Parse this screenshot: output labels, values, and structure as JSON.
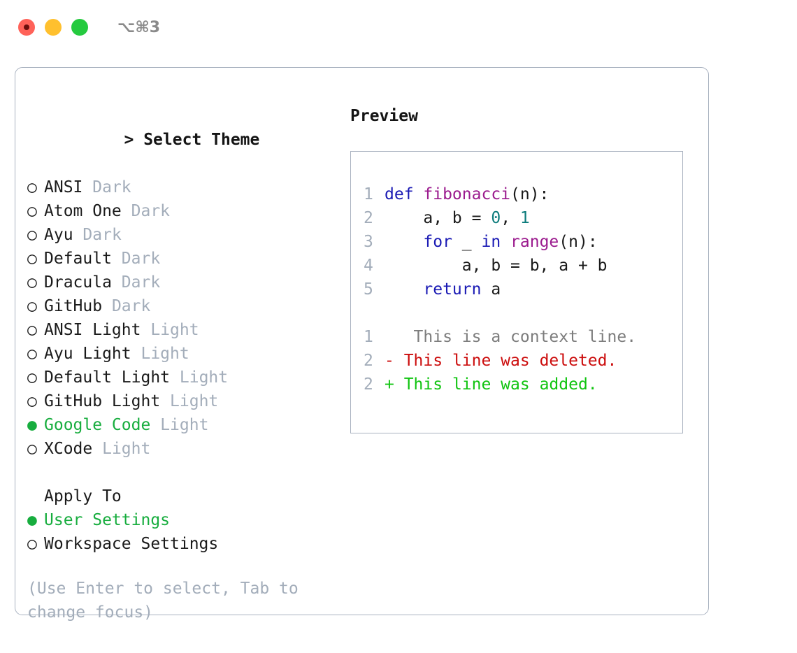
{
  "window": {
    "shortcut": "⌥⌘3",
    "traffic_lights": [
      {
        "name": "close",
        "color": "#ff6259"
      },
      {
        "name": "minimize",
        "color": "#ffc02e"
      },
      {
        "name": "maximize",
        "color": "#25ca3f"
      }
    ]
  },
  "theme_picker": {
    "caret": ">",
    "title": "Select Theme",
    "marker_unselected": "○",
    "marker_selected": "●",
    "options": [
      {
        "marker": "○",
        "name": "ANSI",
        "variant": "Dark",
        "selected": false
      },
      {
        "marker": "○",
        "name": "Atom One",
        "variant": "Dark",
        "selected": false
      },
      {
        "marker": "○",
        "name": "Ayu",
        "variant": "Dark",
        "selected": false
      },
      {
        "marker": "○",
        "name": "Default",
        "variant": "Dark",
        "selected": false
      },
      {
        "marker": "○",
        "name": "Dracula",
        "variant": "Dark",
        "selected": false
      },
      {
        "marker": "○",
        "name": "GitHub",
        "variant": "Dark",
        "selected": false
      },
      {
        "marker": "○",
        "name": "ANSI Light",
        "variant": "Light",
        "selected": false
      },
      {
        "marker": "○",
        "name": "Ayu Light",
        "variant": "Light",
        "selected": false
      },
      {
        "marker": "○",
        "name": "Default Light",
        "variant": "Light",
        "selected": false
      },
      {
        "marker": "○",
        "name": "GitHub Light",
        "variant": "Light",
        "selected": false
      },
      {
        "marker": "●",
        "name": "Google Code",
        "variant": "Light",
        "selected": true
      },
      {
        "marker": "○",
        "name": "XCode",
        "variant": "Light",
        "selected": false
      }
    ]
  },
  "apply_to": {
    "title": "Apply To",
    "options": [
      {
        "marker": "●",
        "name": "User Settings",
        "selected": true
      },
      {
        "marker": "○",
        "name": "Workspace Settings",
        "selected": false
      }
    ]
  },
  "hint": "(Use Enter to select, Tab to change focus)",
  "preview": {
    "title": "Preview",
    "code_lines": [
      {
        "lineno": "1",
        "tokens": [
          {
            "text": "def ",
            "type": "kw"
          },
          {
            "text": "fibonacci",
            "type": "fn"
          },
          {
            "text": "(n):",
            "type": "pln"
          }
        ]
      },
      {
        "lineno": "2",
        "tokens": [
          {
            "text": "    a, b = ",
            "type": "pln"
          },
          {
            "text": "0",
            "type": "num"
          },
          {
            "text": ", ",
            "type": "pln"
          },
          {
            "text": "1",
            "type": "num"
          }
        ]
      },
      {
        "lineno": "3",
        "tokens": [
          {
            "text": "    ",
            "type": "pln"
          },
          {
            "text": "for",
            "type": "kw"
          },
          {
            "text": " _ ",
            "type": "pln"
          },
          {
            "text": "in",
            "type": "kw"
          },
          {
            "text": " ",
            "type": "pln"
          },
          {
            "text": "range",
            "type": "fn"
          },
          {
            "text": "(n):",
            "type": "pln"
          }
        ]
      },
      {
        "lineno": "4",
        "tokens": [
          {
            "text": "        a, b = b, a + b",
            "type": "pln"
          }
        ]
      },
      {
        "lineno": "5",
        "tokens": [
          {
            "text": "    ",
            "type": "pln"
          },
          {
            "text": "return",
            "type": "kw"
          },
          {
            "text": " a",
            "type": "pln"
          }
        ]
      }
    ],
    "diff_lines": [
      {
        "lineno": "1",
        "marker": " ",
        "text": "  This is a context line.",
        "type": "ctx"
      },
      {
        "lineno": "2",
        "marker": "-",
        "text": " This line was deleted.",
        "type": "del"
      },
      {
        "lineno": "2",
        "marker": "+",
        "text": " This line was added.",
        "type": "add"
      }
    ]
  },
  "colors": {
    "accent_green": "#17ad3e",
    "muted": "#a3adba",
    "border": "#a9b2c0",
    "keyword": "#1a1ab4",
    "function": "#9b1b8e",
    "number": "#0d7c7c",
    "diff_deleted": "#cc0d0d",
    "diff_added": "#10c410",
    "context": "#7d7d7d"
  }
}
